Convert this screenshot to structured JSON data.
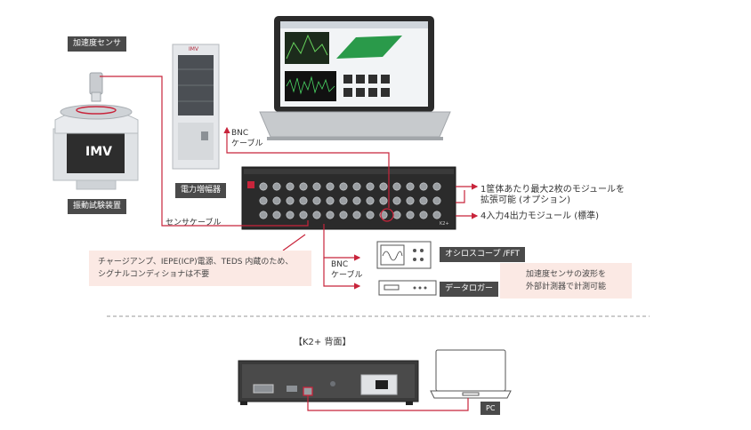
{
  "labels": {
    "accel_sensor": "加速度センサ",
    "shaker": "振動試験装置",
    "power_amp": "電力増幅器",
    "bnc_cable_top_1": "BNC",
    "bnc_cable_top_2": "ケーブル",
    "sensor_cable": "センサケーブル",
    "bnc_cable_bottom_1": "BNC",
    "bnc_cable_bottom_2": "ケーブル",
    "oscilloscope": "オシロスコープ /FFT",
    "data_logger": "データロガー",
    "module_expand_1": "1筐体あたり最大2枚のモジュールを",
    "module_expand_2": "拡張可能 (オプション)",
    "module_std": "4入力4出力モジュール (標準)",
    "rear_title": "【K2+ 背面】",
    "pc": "PC"
  },
  "notes": {
    "charge_amp_1": "チャージアンプ、IEPE(ICP)電源、TEDS 内蔵のため、",
    "charge_amp_2": "シグナルコンディショナは不要",
    "waveform_1": "加速度センサの波形を",
    "waveform_2": "外部計測器で計測可能"
  },
  "colors": {
    "cable": "#c8243b",
    "label_bg": "#4a4a4a",
    "note_bg": "#fbe9e4",
    "dash": "#9a9a9a"
  }
}
